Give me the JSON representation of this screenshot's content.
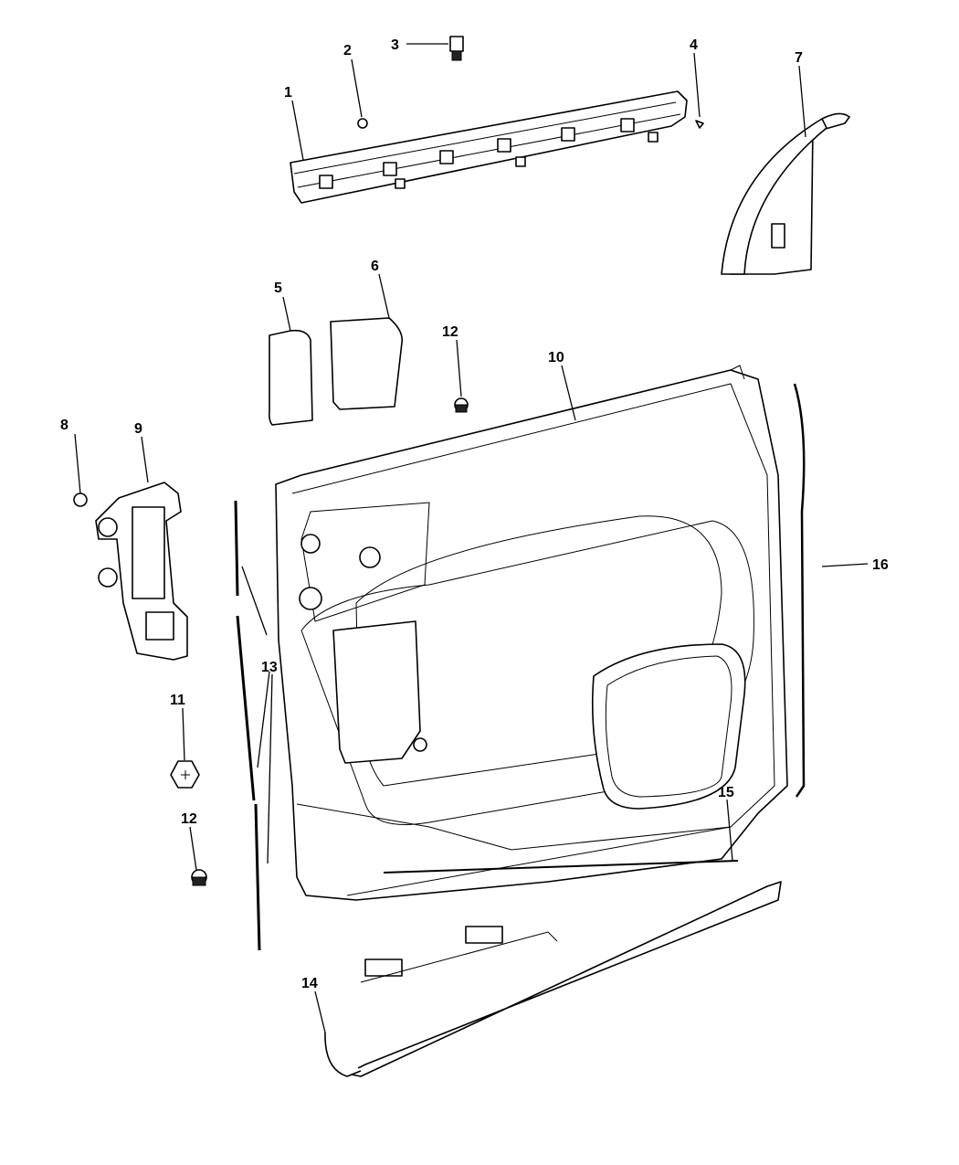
{
  "diagram": {
    "type": "exploded parts diagram",
    "callouts": [
      {
        "id": "c1",
        "label": "1"
      },
      {
        "id": "c2",
        "label": "2"
      },
      {
        "id": "c3",
        "label": "3"
      },
      {
        "id": "c4",
        "label": "4"
      },
      {
        "id": "c5",
        "label": "5"
      },
      {
        "id": "c6",
        "label": "6"
      },
      {
        "id": "c7",
        "label": "7"
      },
      {
        "id": "c8",
        "label": "8"
      },
      {
        "id": "c9",
        "label": "9"
      },
      {
        "id": "c10",
        "label": "10"
      },
      {
        "id": "c11",
        "label": "11"
      },
      {
        "id": "c12a",
        "label": "12"
      },
      {
        "id": "c12b",
        "label": "12"
      },
      {
        "id": "c13",
        "label": "13"
      },
      {
        "id": "c14",
        "label": "14"
      },
      {
        "id": "c15",
        "label": "15"
      },
      {
        "id": "c16",
        "label": "16"
      }
    ]
  }
}
